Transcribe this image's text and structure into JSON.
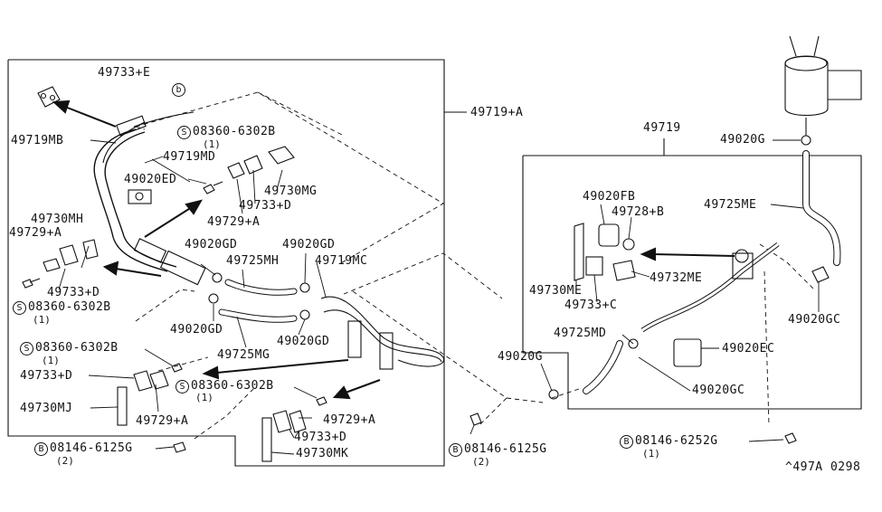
{
  "labels": {
    "p49733E": "49733+E",
    "p49719A": "49719+A",
    "p49719MB": "49719MB",
    "p49719MD": "49719MD",
    "p08360_top": "08360-6302B",
    "p08360_top_qty": "(1)",
    "p49020ED": "49020ED",
    "p49730MG": "49730MG",
    "p49733D_top": "49733+D",
    "p49729A_top": "49729+A",
    "p49730MH": "49730MH",
    "p49729A_left": "49729+A",
    "p49733D_left": "49733+D",
    "p08360_left": "08360-6302B",
    "p08360_left_qty": "(1)",
    "p49020GD_1": "49020GD",
    "p49020GD_2": "49020GD",
    "p49725MH": "49725MH",
    "p49719MC": "49719MC",
    "p49020GD_3": "49020GD",
    "p49020GD_4": "49020GD",
    "p49725MG": "49725MG",
    "p08360_mid": "08360-6302B",
    "p08360_mid_qty": "(1)",
    "p49733D_mid": "49733+D",
    "p49730MJ": "49730MJ",
    "p49729A_mid": "49729+A",
    "p08360_ctr": "08360-6302B",
    "p08360_ctr_qty": "(1)",
    "p49729A_right": "49729+A",
    "p49733D_right": "49733+D",
    "p49730MK": "49730MK",
    "p08146_6125_left": "08146-6125G",
    "p08146_6125_left_qty": "(2)",
    "p08146_6125_ctr": "08146-6125G",
    "p08146_6125_ctr_qty": "(2)",
    "p49020G_ctr": "49020G",
    "p49719": "49719",
    "p49020G_top": "49020G",
    "p49020FB": "49020FB",
    "p49728B": "49728+B",
    "p49725ME": "49725ME",
    "p49730ME": "49730ME",
    "p49733C": "49733+C",
    "p49732ME": "49732ME",
    "p49020GC_right": "49020GC",
    "p49725MD": "49725MD",
    "p49020EC": "49020EC",
    "p49020GC_bottom": "49020GC",
    "p08146_6252": "08146-6252G",
    "p08146_6252_qty": "(1)",
    "callout_b": "b",
    "sym_S": "S",
    "sym_B": "B",
    "footer_code": "^497A 0298"
  }
}
